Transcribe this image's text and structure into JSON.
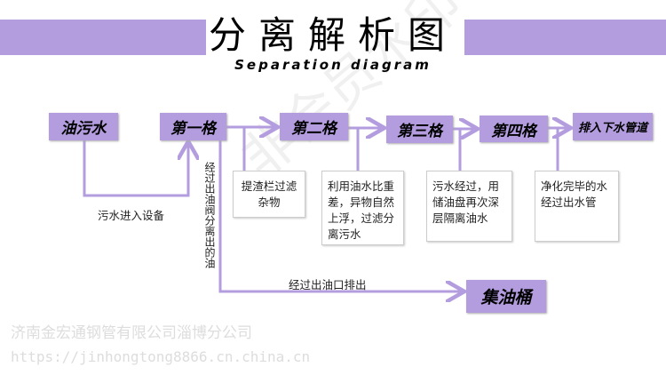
{
  "header": {
    "title": "分离解析图",
    "subtitle": "Separation diagram"
  },
  "nodes": {
    "oily_water": "油污水",
    "grid1": "第一格",
    "grid2": "第二格",
    "grid3": "第三格",
    "grid4": "第四格",
    "drain": "排入下水管道",
    "oil_bucket": "集油桶"
  },
  "descriptions": {
    "grid1": "提渣栏过滤杂物",
    "grid2": "利用油水比重差，异物自然上浮，过滤分离污水",
    "grid3": "污水经过，用储油盘再次深层隔离油水",
    "grid4": "净化完毕的水经过出水管"
  },
  "labels": {
    "enter": "污水进入设备",
    "vertical": "经过出油阀分离出的油",
    "outlet": "经过出油口排出"
  },
  "watermark": "非会员水印",
  "footer": {
    "company": "济南金宏通钢管有限公司淄博分公司",
    "url": "https://jinhongtong8866.cn.china.cn"
  },
  "colors": {
    "accent": "#b39ddf"
  }
}
